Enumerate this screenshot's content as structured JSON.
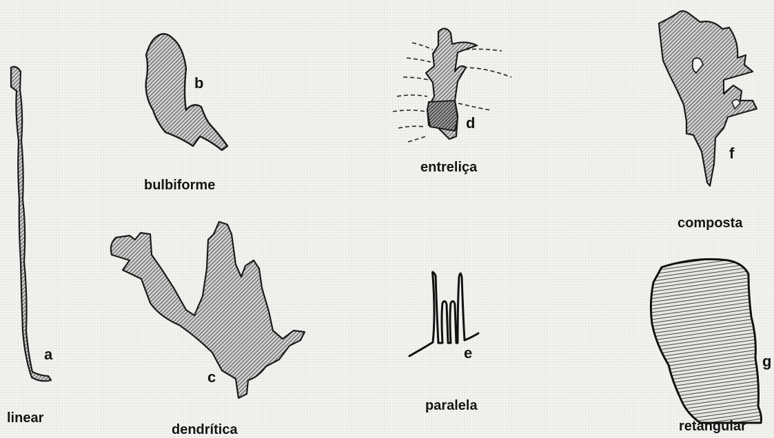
{
  "figures": [
    {
      "letter": "a",
      "name": "linear"
    },
    {
      "letter": "b",
      "name": "bulbiforme"
    },
    {
      "letter": "c",
      "name": "dendrítica"
    },
    {
      "letter": "d",
      "name": "entreliça"
    },
    {
      "letter": "e",
      "name": "paralela"
    },
    {
      "letter": "f",
      "name": "composta"
    },
    {
      "letter": "g",
      "name": "retangular"
    }
  ]
}
